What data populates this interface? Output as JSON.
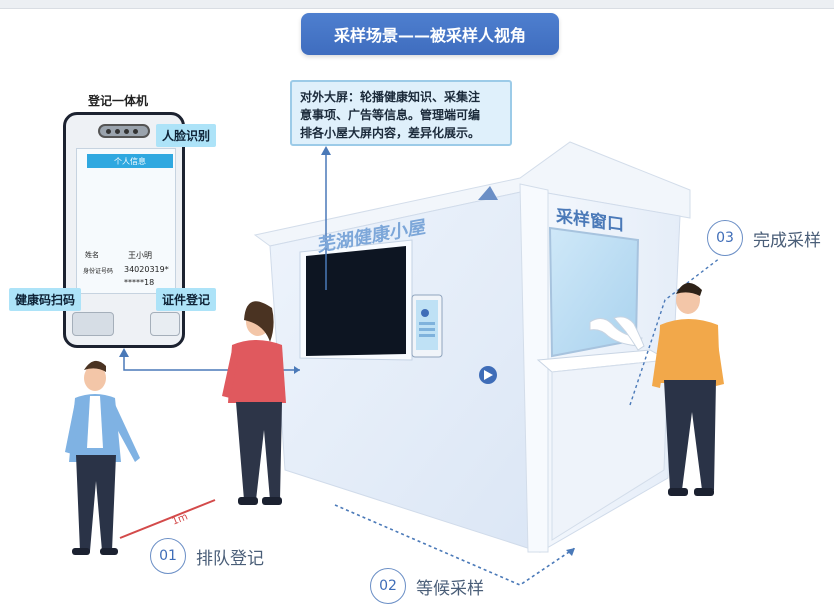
{
  "title": "采样场景——被采样人视角",
  "callout": {
    "line1": "对外大屏：轮播健康知识、采集注",
    "line2": "意事项、广告等信息。管理端可编",
    "line3": "排各小屋大屏内容，差异化展示。"
  },
  "device": {
    "title": "登记一体机",
    "card_header": "个人信息",
    "name_label": "姓名",
    "name_value": "王小明",
    "id_label": "身份证号码",
    "id_value": "34020319*",
    "id_value2": "*****18"
  },
  "labels": {
    "face": "人脸识别",
    "health_code": "健康码扫码",
    "id_register": "证件登记"
  },
  "kiosk": {
    "name": "芜湖健康小屋",
    "window": "采样窗口",
    "distance": "1m"
  },
  "steps": [
    {
      "num": "01",
      "text": "排队登记"
    },
    {
      "num": "02",
      "text": "等候采样"
    },
    {
      "num": "03",
      "text": "完成采样"
    }
  ],
  "colors": {
    "title_bg": "#4a7ac8",
    "callout_bg": "#dff0fb",
    "tag_bg": "#ade3f8",
    "kiosk": "#e9f1fb",
    "accent": "#3f6db8"
  }
}
